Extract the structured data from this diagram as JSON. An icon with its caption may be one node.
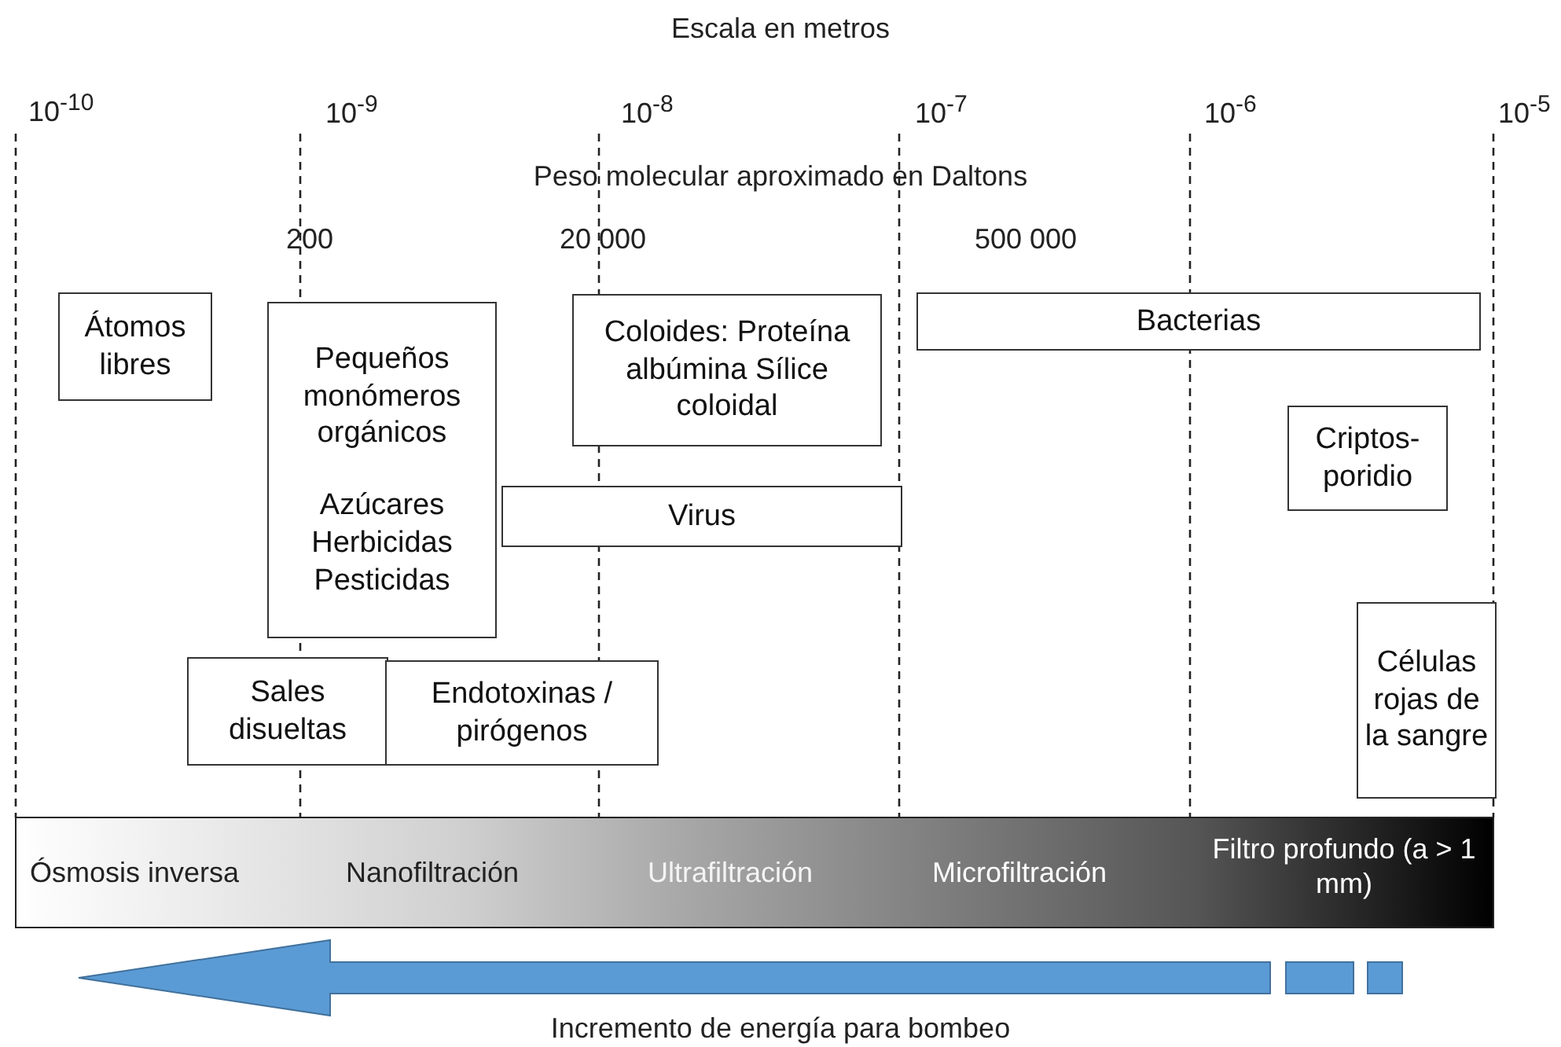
{
  "diagram": {
    "title": "Escala en metros",
    "nodes": [
      {
        "text": [
          "Átomos libres"
        ]
      },
      {
        "text": [
          "Pequeños monómeros orgánicos",
          "Azúcares Herbicidas Pesticidas"
        ]
      },
      {
        "text": [
          "Coloides: Proteína albúmina Sílice coloidal"
        ]
      },
      {
        "text": [
          "Bacterias"
        ]
      },
      {
        "text": [
          "Criptos-poridio"
        ]
      },
      {
        "text": [
          "Virus"
        ]
      },
      {
        "text": [
          "Sales disueltas"
        ]
      },
      {
        "text": [
          "Endotoxinas / pirógenos"
        ]
      },
      {
        "text": [
          "Células rojas de la sangre"
        ]
      }
    ],
    "edges": [],
    "labels": [
      "10$^{-10}$",
      "10$^{-9}$",
      "10$^{-8}$",
      "10$^{-7}$",
      "10$^{-6}$",
      "10$^{-5}$",
      "Peso molecular aproximado en Daltons",
      "200",
      "20 000",
      "500 000",
      "Ósmosis inversa",
      "Nanofiltración",
      "Ultrafiltración",
      "Microfiltración",
      "Filtro profundo (a > 1 mm)",
      "Incremento de energía para bombeo"
    ]
  }
}
